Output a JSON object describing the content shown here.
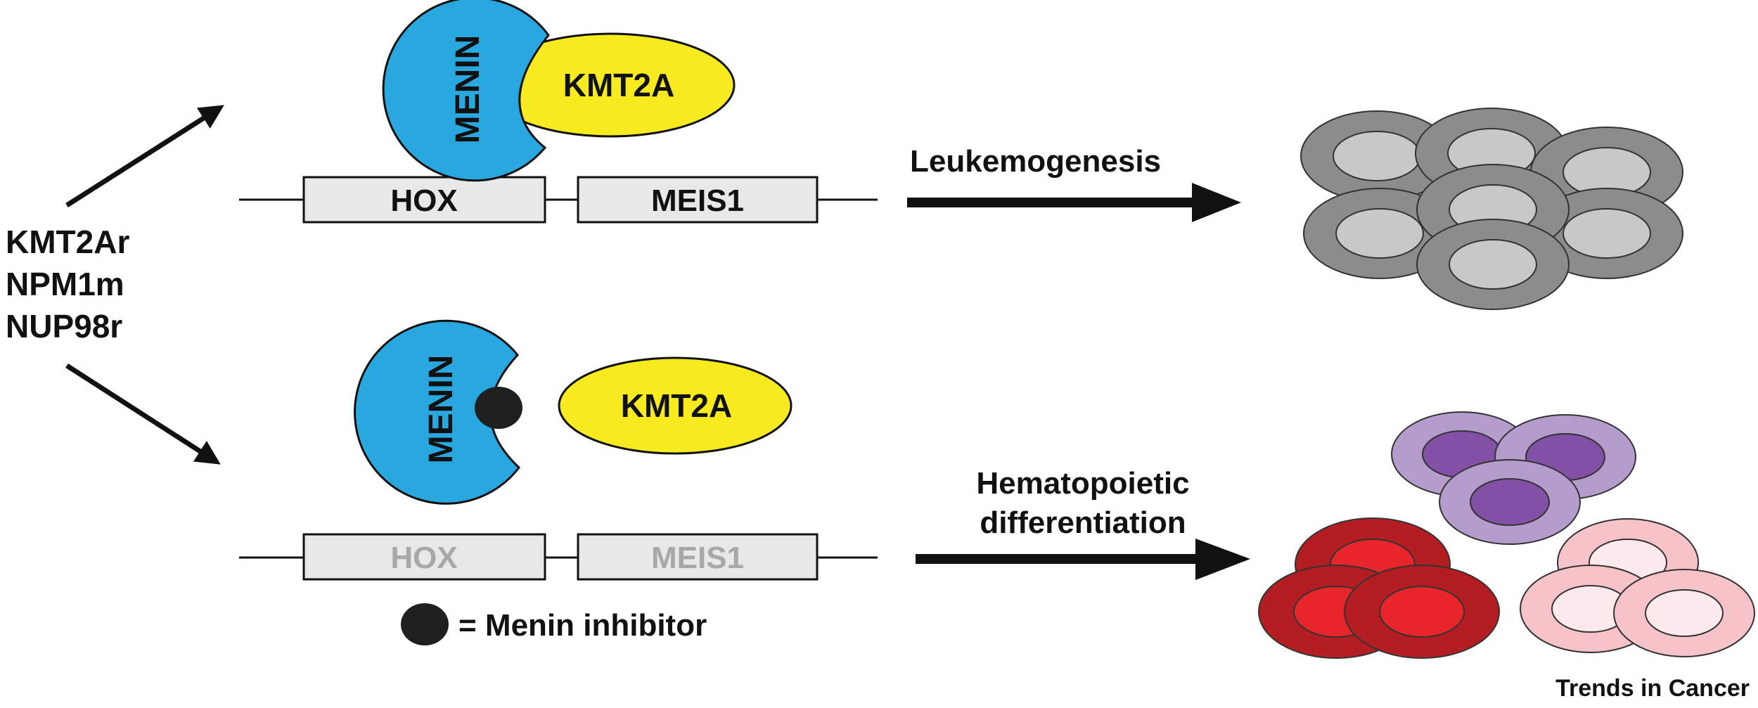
{
  "mutations": [
    "KMT2Ar",
    "NPM1m",
    "NUP98r"
  ],
  "top_pathway": {
    "menin_label": "MENIN",
    "partner_label": "KMT2A",
    "genes": [
      "HOX",
      "MEIS1"
    ],
    "outcome_label": "Leukemogenesis"
  },
  "bottom_pathway": {
    "menin_label": "MENIN",
    "partner_label": "KMT2A",
    "genes": [
      "HOX",
      "MEIS1"
    ],
    "outcome_line1": "Hematopoietic",
    "outcome_line2": "differentiation"
  },
  "legend": {
    "text": "= Menin inhibitor"
  },
  "footer": {
    "brand": "Trends in Cancer"
  },
  "colors": {
    "menin": "#29a8e0",
    "kmt2a": "#f7ea1e",
    "gene_box": "#e8e8e8",
    "gene_text_active": "#111111",
    "gene_text_silenced": "#a8a8a8",
    "inhibitor": "#1f1f1f",
    "leukemic_cell_outer": "#8c8c8c",
    "leukemic_cell_inner": "#c8c8c8",
    "myeloid_cell_outer": "#b49ccc",
    "myeloid_cell_inner": "#8250a5",
    "erythroid_cell_outer": "#b41e22",
    "erythroid_cell_inner": "#e8252a",
    "light_cell_outer": "#f6c4c8",
    "light_cell_inner": "#fdeaec"
  }
}
